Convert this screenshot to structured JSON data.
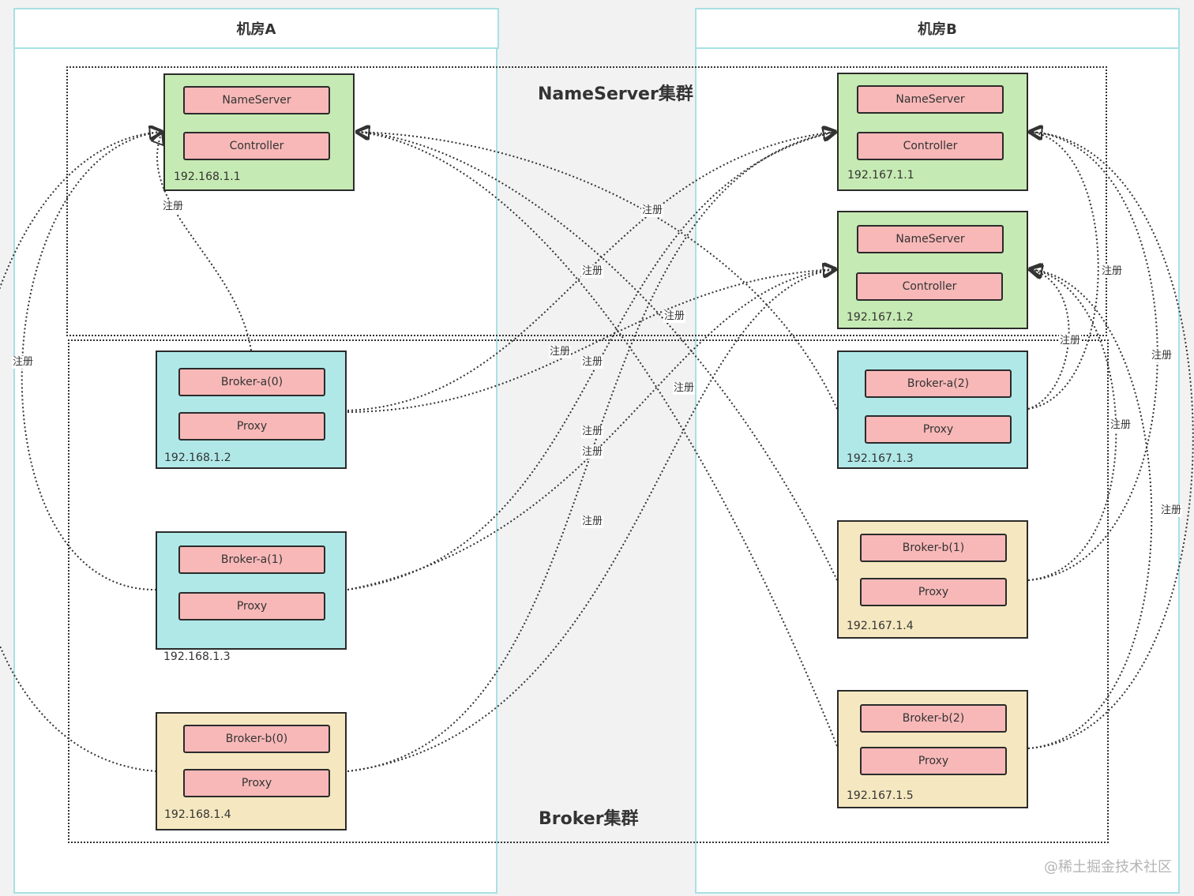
{
  "rooms": {
    "a": "机房A",
    "b": "机房B"
  },
  "clusters": {
    "nameserver": "NameServer集群",
    "broker": "Broker集群"
  },
  "servers": {
    "ns1": {
      "nameserver": "NameServer",
      "controller": "Controller",
      "ip": "192.168.1.1"
    },
    "ns2": {
      "nameserver": "NameServer",
      "controller": "Controller",
      "ip": "192.167.1.1"
    },
    "ns3": {
      "nameserver": "NameServer",
      "controller": "Controller",
      "ip": "192.167.1.2"
    },
    "ba0": {
      "broker": "Broker-a(0)",
      "proxy": "Proxy",
      "ip": "192.168.1.2"
    },
    "ba1": {
      "broker": "Broker-a(1)",
      "proxy": "Proxy",
      "ip": "192.168.1.3"
    },
    "bb0": {
      "broker": "Broker-b(0)",
      "proxy": "Proxy",
      "ip": "192.168.1.4"
    },
    "ba2": {
      "broker": "Broker-a(2)",
      "proxy": "Proxy",
      "ip": "192.167.1.3"
    },
    "bb1": {
      "broker": "Broker-b(1)",
      "proxy": "Proxy",
      "ip": "192.167.1.4"
    },
    "bb2": {
      "broker": "Broker-b(2)",
      "proxy": "Proxy",
      "ip": "192.167.1.5"
    }
  },
  "edge_label": "注册",
  "watermark": "@稀土掘金技术社区"
}
